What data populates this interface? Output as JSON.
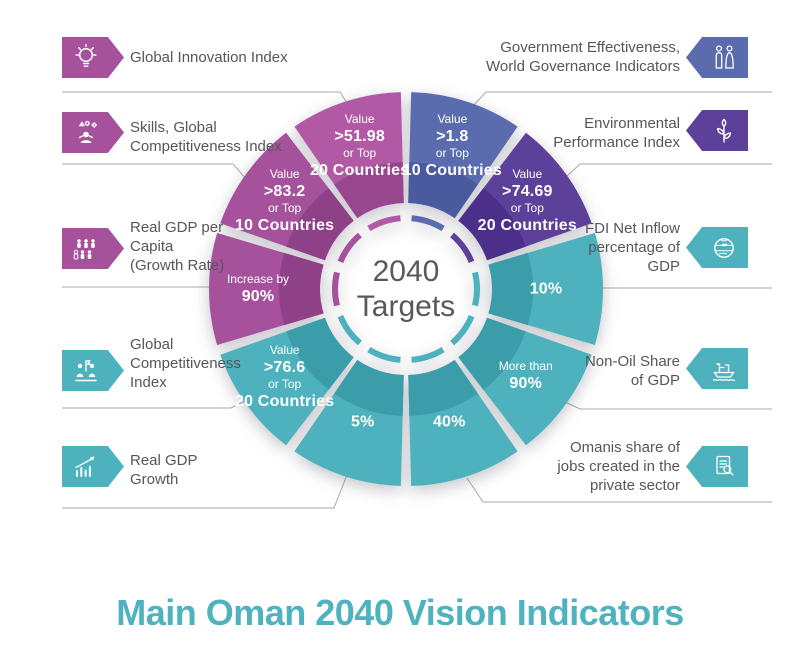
{
  "title": "Main Oman 2040 Vision Indicators",
  "center_label": {
    "line1": "2040",
    "line2": "Targets"
  },
  "colors": {
    "title_teal": "#4FB2BF",
    "label_gray": "#55565B",
    "connector_gray": "#A8AAAD",
    "center_text_gray": "#58595B",
    "blue": "#5A6BAE",
    "blue_dark": "#4A5A9F",
    "purple": "#5C4099",
    "purple_dark": "#4B2F8B",
    "teal": "#4DB2BE",
    "teal_dark": "#3B9DAA",
    "magenta": "#A5519C",
    "magenta_dark": "#8E4187",
    "magenta_light": "#B159A4",
    "magenta_light_dark": "#98478F"
  },
  "left_indicators": [
    {
      "label": "Global Innovation Index",
      "icon": "lightbulb-icon",
      "color": "magenta"
    },
    {
      "label": "Skills, Global\nCompetitiveness Index",
      "icon": "person-shapes-icon",
      "color": "magenta"
    },
    {
      "label": "Real GDP per\nCapita\n(Growth Rate)",
      "icon": "population-icon",
      "color": "magenta"
    },
    {
      "label": "Global\nCompetitiveness\nIndex",
      "icon": "podium-people-icon",
      "color": "teal"
    },
    {
      "label": "Real GDP\nGrowth",
      "icon": "growth-chart-icon",
      "color": "teal"
    }
  ],
  "right_indicators": [
    {
      "label": "Government Effectiveness,\nWorld Governance Indicators",
      "icon": "two-figures-icon",
      "color": "blue"
    },
    {
      "label": "Environmental\nPerformance Index",
      "icon": "plant-icon",
      "color": "purple"
    },
    {
      "label": "FDI Net Inflow\npercentage of\nGDP",
      "icon": "globe-icon",
      "color": "teal"
    },
    {
      "label": "Non-Oil Share\nof GDP",
      "icon": "ship-icon",
      "color": "teal"
    },
    {
      "label": "Omanis share of\njobs created in the\nprivate sector",
      "icon": "document-search-icon",
      "color": "teal"
    }
  ],
  "chart_data": {
    "type": "pie",
    "title": "2040 Targets",
    "subtitle": "Main Oman 2040 Vision Indicators",
    "layout": "donut wheel, 10 equal 36-degree segments, clockwise from 12 o'clock, thin matching inner ring, white center hole",
    "segments": [
      {
        "indicator": "Government Effectiveness, World Governance Indicators",
        "target": "Value >1.8 or Top 10 Countries",
        "palette": "blue",
        "label_lines": [
          "Value",
          ">1.8",
          "or Top",
          "10 Countries"
        ],
        "bold": [
          false,
          true,
          false,
          true
        ]
      },
      {
        "indicator": "Environmental Performance Index",
        "target": "Value >74.69 or Top 20 Countries",
        "palette": "purple",
        "label_lines": [
          "Value",
          ">74.69",
          "or Top",
          "20 Countries"
        ],
        "bold": [
          false,
          true,
          false,
          true
        ]
      },
      {
        "indicator": "FDI Net Inflow percentage of GDP",
        "target": "10%",
        "palette": "teal",
        "label_lines": [
          "10%"
        ],
        "bold": [
          true
        ]
      },
      {
        "indicator": "Non-Oil Share of GDP",
        "target": "More than 90%",
        "palette": "teal",
        "label_lines": [
          "More than",
          "90%"
        ],
        "bold": [
          false,
          true
        ]
      },
      {
        "indicator": "Omanis share of jobs created in the private sector",
        "target": "40%",
        "palette": "teal",
        "label_lines": [
          "40%"
        ],
        "bold": [
          true
        ]
      },
      {
        "indicator": "Real GDP Growth",
        "target": "5%",
        "palette": "teal",
        "label_lines": [
          "5%"
        ],
        "bold": [
          true
        ]
      },
      {
        "indicator": "Global Competitiveness Index",
        "target": "Value >76.6 or Top 20 Countries",
        "palette": "teal",
        "label_lines": [
          "Value",
          ">76.6",
          "or Top",
          "20 Countries"
        ],
        "bold": [
          false,
          true,
          false,
          true
        ]
      },
      {
        "indicator": "Real GDP per Capita (Growth Rate)",
        "target": "Increase by 90%",
        "palette": "magenta",
        "label_lines": [
          "Increase by",
          "90%"
        ],
        "bold": [
          false,
          true
        ]
      },
      {
        "indicator": "Skills, Global Competitiveness Index",
        "target": "Value >83.2 or Top 10 Countries",
        "palette": "magenta",
        "label_lines": [
          "Value",
          ">83.2",
          "or Top",
          "10 Countries"
        ],
        "bold": [
          false,
          true,
          false,
          true
        ]
      },
      {
        "indicator": "Global Innovation Index",
        "target": "Value >51.98 or Top 20 Countries",
        "palette": "magenta_light",
        "label_lines": [
          "Value",
          ">51.98",
          "or Top",
          "20 Countries"
        ],
        "bold": [
          false,
          true,
          false,
          true
        ]
      }
    ]
  }
}
